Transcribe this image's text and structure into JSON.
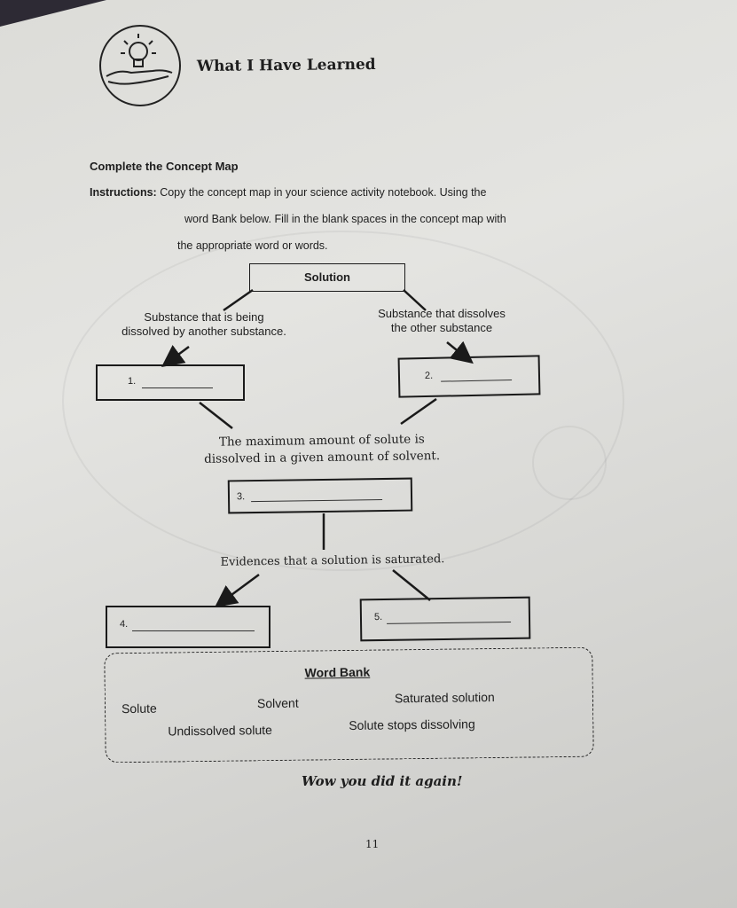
{
  "header": {
    "title": "What I Have Learned",
    "icon": "lightbulb-hand-icon"
  },
  "section": {
    "title": "Complete the Concept Map",
    "instructions_label": "Instructions:",
    "instructions_line1": "Copy the concept map in your science activity notebook. Using the",
    "instructions_line2": "word Bank below. Fill in the blank spaces in the concept map with",
    "instructions_line3": "the appropriate word or words."
  },
  "concept_map": {
    "root": "Solution",
    "left_label_line1": "Substance that is being",
    "left_label_line2": "dissolved by another substance.",
    "right_label_line1": "Substance that dissolves",
    "right_label_line2": "the other substance",
    "middle_label_line1": "The maximum amount of solute is",
    "middle_label_line2": "dissolved in a given amount of solvent.",
    "bottom_label": "Evidences that a solution is saturated.",
    "blanks": [
      "1.",
      "2.",
      "3.",
      "4.",
      "5."
    ]
  },
  "word_bank": {
    "title": "Word Bank",
    "words": [
      "Solute",
      "Solvent",
      "Saturated solution",
      "Undissolved solute",
      "Solute stops dissolving"
    ]
  },
  "closing": "Wow you did it again!",
  "page_number": "11"
}
